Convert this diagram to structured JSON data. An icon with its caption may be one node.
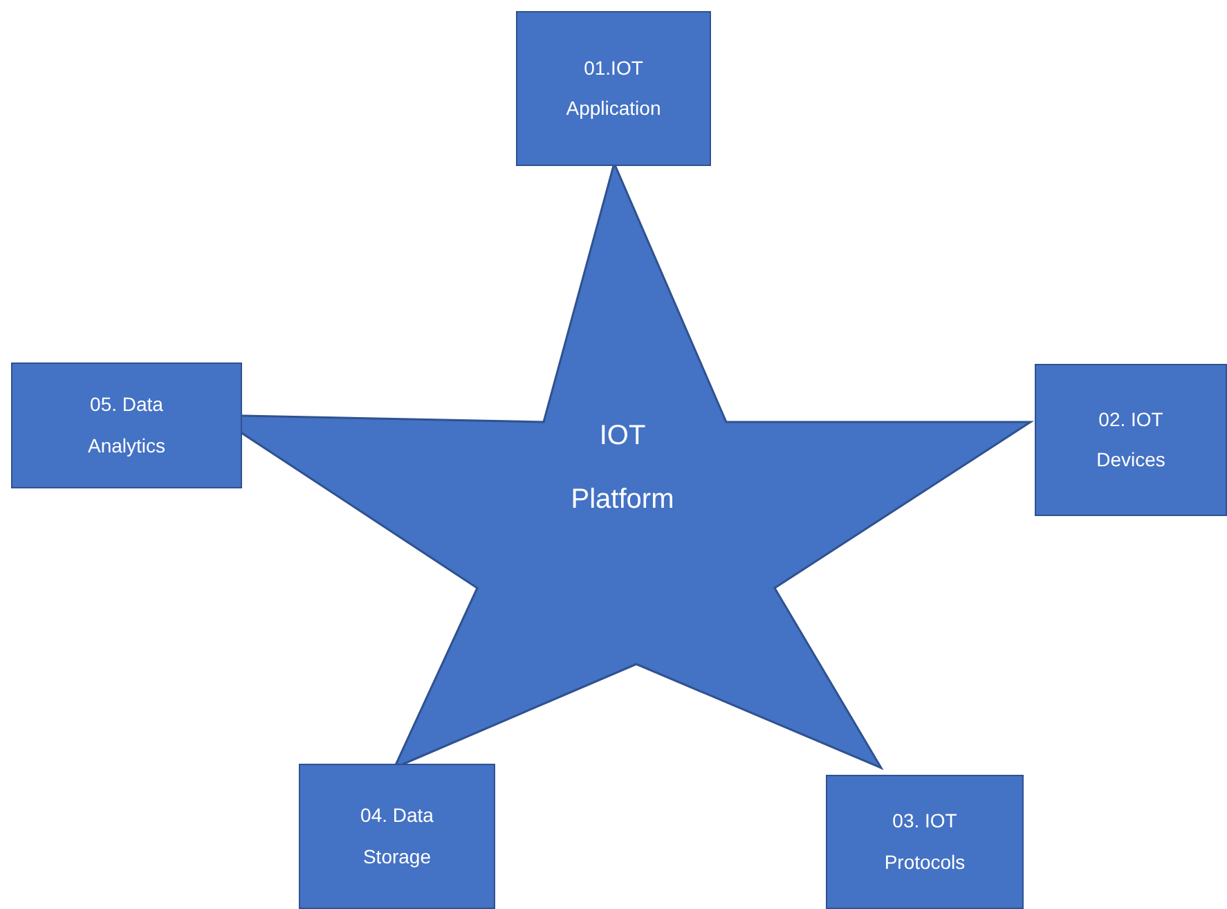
{
  "diagram": {
    "nodes": [
      {
        "text": [
          "IOT Platform"
        ]
      },
      {
        "text": [
          "01.IOT Application"
        ]
      },
      {
        "text": [
          "02. IOT Devices"
        ]
      },
      {
        "text": [
          "03. IOT Protocols"
        ]
      },
      {
        "text": [
          "04. Data Storage"
        ]
      },
      {
        "text": [
          "05. Data Analytics"
        ]
      }
    ],
    "edges": []
  }
}
